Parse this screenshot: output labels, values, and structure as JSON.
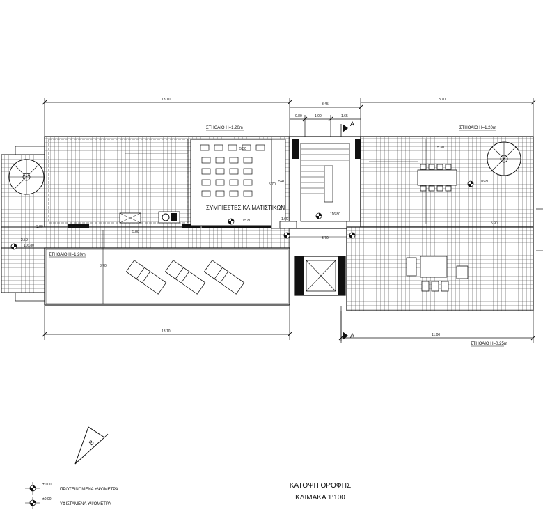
{
  "title": {
    "line1": "ΚΑΤΟΨΗ ΟΡΟΦΗΣ",
    "line2": "ΚΛΙΜΑΚΑ 1:100"
  },
  "legend": {
    "proposed": {
      "value": "±0.00",
      "label": "ΠΡΟΤΕΙΝΟΜΕΝΑ ΥΨΟΜΕΤΡΑ"
    },
    "existing": {
      "value": "±0.00",
      "label": "ΥΦΙΣΤΑΜΕΝΑ ΥΨΟΜΕΤΡΑ"
    }
  },
  "dimensions": {
    "top_left": "13.10",
    "top_mid": "3.45",
    "sub_a": "0.80",
    "sub_b": "1.00",
    "sub_c": "1.65",
    "top_right": "8.70",
    "bottom_left": "13.10",
    "bottom_right": "11.00",
    "inner_530a": "5.30",
    "inner_530b": "5.30",
    "inner_370v": "3.70",
    "inner_370h": "3.70",
    "inner_580": "5.80",
    "inner_570": "5.70",
    "inner_540": "5.40",
    "inner_160": "1.60",
    "inner_590": "5.90",
    "left_380": "3.80",
    "left_250": "2.50"
  },
  "labels": {
    "parapet_left": "ΣΤΗΘΑΙΟ Η=1.20m",
    "parapet_right": "ΣΤΗΘΑΙΟ Η=1.20m",
    "parapet_lower_left": "ΣΤΗΘΑΙΟ Η=1.20m",
    "parapet_bottom": "ΣΤΗΘΑΙΟ Η=0.25m",
    "ac_compressors": "ΣΥΜΠΙΕΣΤΕΣ ΚΛΙΜΑΤΙΣΤΙΚΩΝ"
  },
  "levels": {
    "lvl_center": "115.80",
    "lvl_stair": "116.80",
    "lvl_right": "116.80",
    "lvl_left": "116.80"
  },
  "section_marks": {
    "top": "A",
    "bottom": "A"
  },
  "north_arrow": {
    "letter": "B"
  }
}
